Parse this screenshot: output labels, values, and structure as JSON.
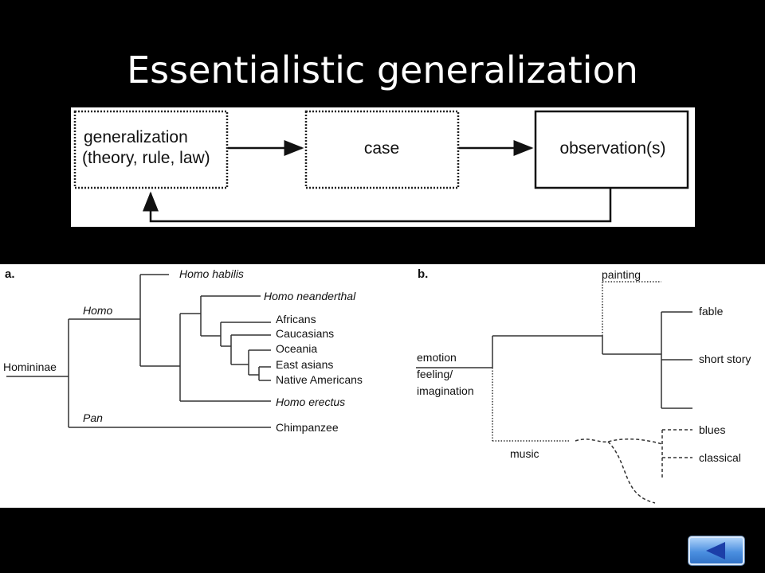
{
  "slide": {
    "title": "Essentialistic generalization"
  },
  "flow": {
    "generalization_line1": "generalization",
    "generalization_line2": "(theory, rule, law)",
    "case": "case",
    "observations": "observation(s)"
  },
  "tree_a": {
    "letter": "a.",
    "root": "Homininae",
    "homo": "Homo",
    "pan": "Pan",
    "homo_habilis": "Homo habilis",
    "homo_neanderthal": "Homo neanderthal",
    "africans": "Africans",
    "caucasians": "Caucasians",
    "oceania": "Oceania",
    "east_asians": "East asians",
    "native_americans": "Native Americans",
    "homo_erectus": "Homo erectus",
    "chimpanzee": "Chimpanzee"
  },
  "tree_b": {
    "letter": "b.",
    "emotion": "emotion",
    "feeling": "feeling/",
    "imagination": "imagination",
    "painting": "painting",
    "fable": "fable",
    "short_story": "short story",
    "music": "music",
    "blues": "blues",
    "classical": "classical"
  },
  "nav": {
    "back_icon": "triangle-left-icon"
  }
}
